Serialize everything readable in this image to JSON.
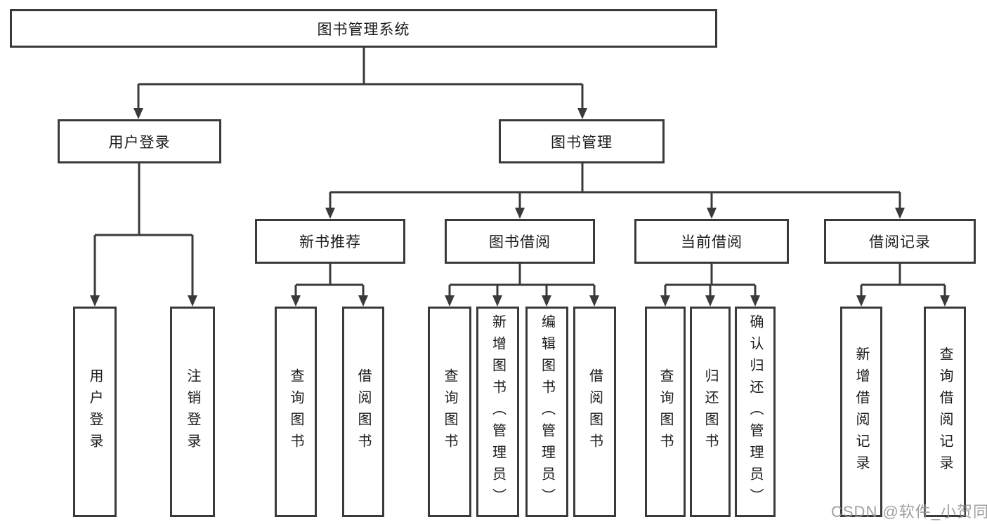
{
  "diagram": {
    "title_node": "图书管理系统",
    "nodes": {
      "root": "图书管理系统",
      "user_login_group": "用户登录",
      "book_mgmt_group": "图书管理",
      "new_book_rec": "新书推荐",
      "book_borrow": "图书借阅",
      "current_borrow": "当前借阅",
      "borrow_records": "借阅记录",
      "leaf_user_login": "用户登录",
      "leaf_logout": "注销登录",
      "leaf_nb_query": "查询图书",
      "leaf_nb_borrow": "借阅图书",
      "leaf_bb_query": "查询图书",
      "leaf_bb_add": "新增图书（管理员）",
      "leaf_bb_edit": "编辑图书（管理员）",
      "leaf_bb_borrow": "借阅图书",
      "leaf_cb_query": "查询图书",
      "leaf_cb_return": "归还图书",
      "leaf_cb_confirm": "确认归还（管理员）",
      "leaf_br_add": "新增借阅记录",
      "leaf_br_query": "查询借阅记录"
    },
    "colors": {
      "line": "#3a3a3a",
      "text": "#1c1c1c",
      "watermark": "#969696",
      "background": "#ffffff"
    }
  },
  "watermark": "CSDN @软件_小贺同学"
}
